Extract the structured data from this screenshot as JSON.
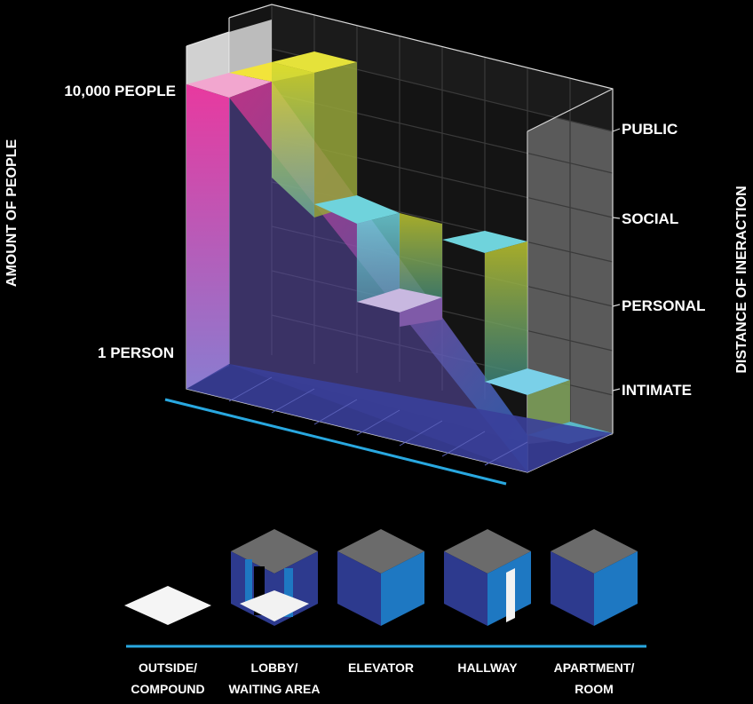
{
  "y_axis": {
    "title": "AMOUNT OF PEOPLE",
    "top": "10,000 PEOPLE",
    "bottom": "1 PERSON"
  },
  "z_axis": {
    "title": "DISTANCE OF INERACTION",
    "levels": [
      "PUBLIC",
      "SOCIAL",
      "PERSONAL",
      "INTIMATE"
    ]
  },
  "spaces": [
    {
      "line1": "OUTSIDE/",
      "line2": "COMPOUND",
      "icon": "open-ground-icon"
    },
    {
      "line1": "LOBBY/",
      "line2": "WAITING AREA",
      "icon": "open-box-icon"
    },
    {
      "line1": "ELEVATOR",
      "line2": "",
      "icon": "closed-box-icon"
    },
    {
      "line1": "HALLWAY",
      "line2": "",
      "icon": "partial-box-icon"
    },
    {
      "line1": "APARTMENT/",
      "line2": "ROOM",
      "icon": "closed-box-icon"
    }
  ],
  "colors": {
    "magenta": "#e8399f",
    "yellow": "#f2e43a",
    "cyan": "#6fd3dc",
    "violet": "#8a7cd0",
    "navy": "#2b3a8a",
    "accent_line": "#29a8e0",
    "grid": "#2a2a2a",
    "cube_top": "#707070",
    "cube_left": "#2b3a8a",
    "cube_right": "#1e78c2"
  }
}
